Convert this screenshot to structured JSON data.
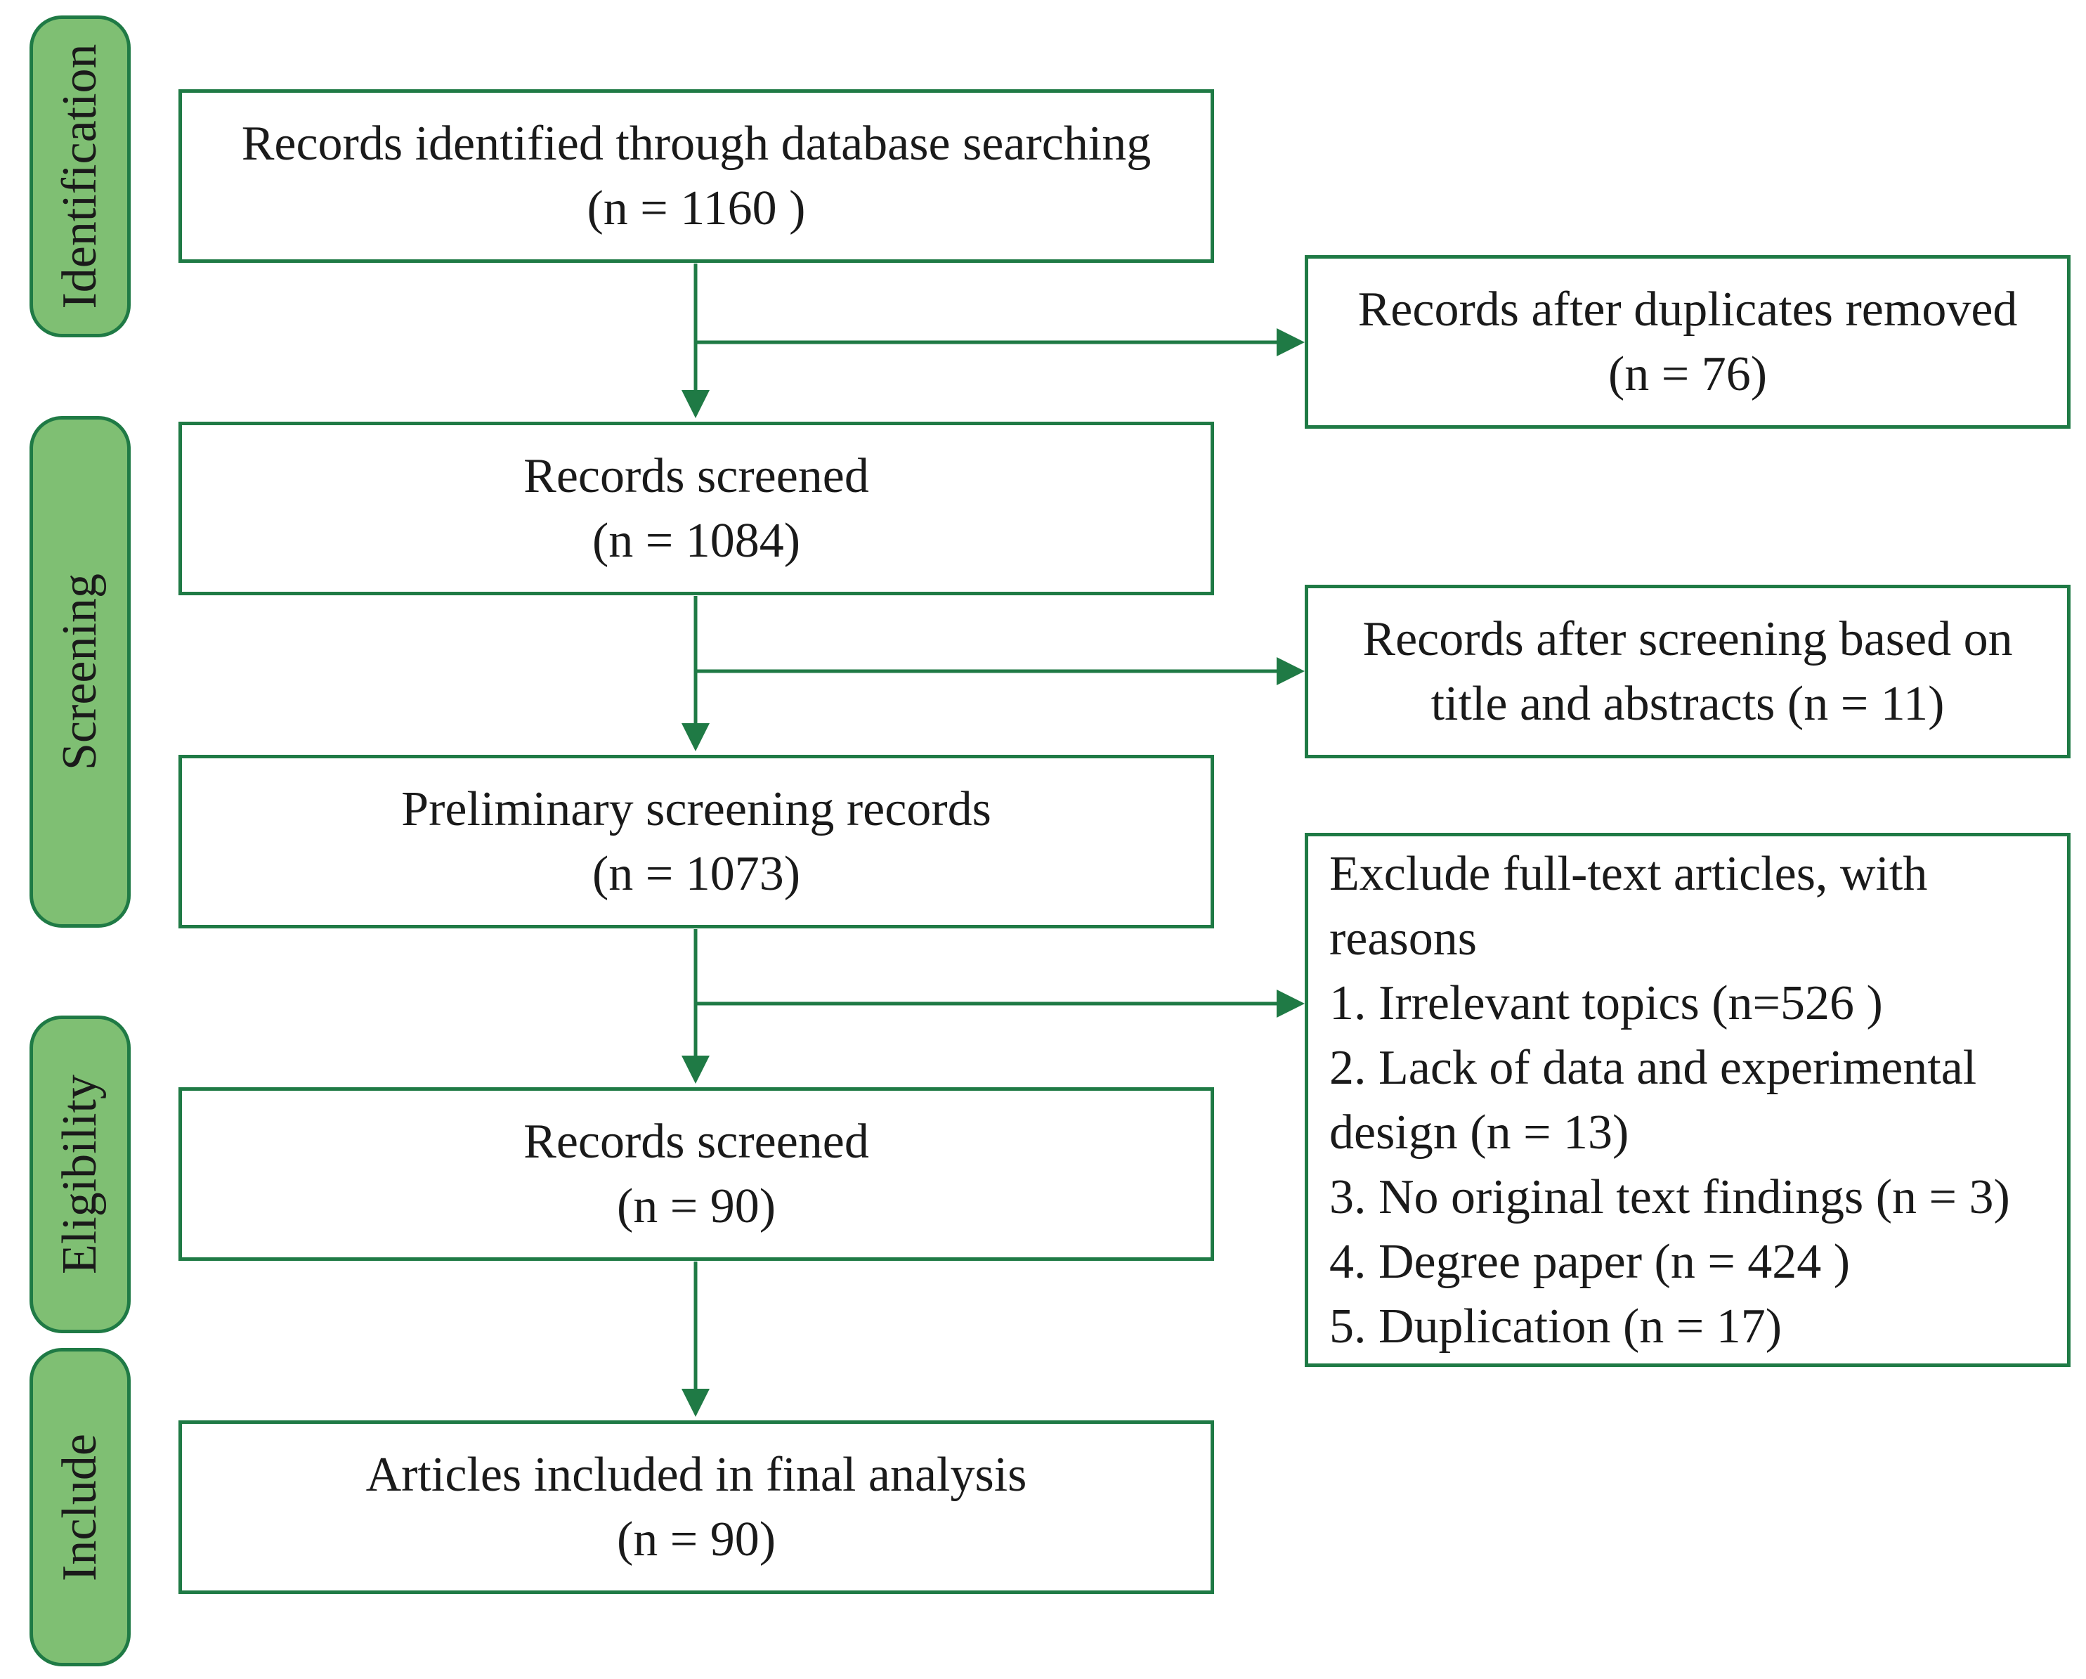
{
  "stages": {
    "identification": "Identification",
    "screening": "Screening",
    "eligibility": "Eligibility",
    "include": "Include"
  },
  "main_boxes": {
    "identified": {
      "line1": "Records identified through database searching",
      "line2": "(n = 1160 )"
    },
    "screened": {
      "line1": "Records screened",
      "line2": "(n = 1084)"
    },
    "preliminary": {
      "line1": "Preliminary screening records",
      "line2": "(n = 1073)"
    },
    "screened_final": {
      "line1": "Records screened",
      "line2": "(n = 90)"
    },
    "included": {
      "line1": "Articles included in final analysis",
      "line2": "(n = 90)"
    }
  },
  "side_boxes": {
    "duplicates": {
      "line1": "Records after duplicates removed",
      "line2": "(n = 76)"
    },
    "title_abstract": {
      "line1": "Records after screening based on",
      "line2": "title and abstracts (n = 11)"
    },
    "excluded": {
      "lines": [
        "Exclude full-text  articles, with",
        "reasons",
        "1. Irrelevant topics (n=526 )",
        "2. Lack of  data and experimental",
        "design (n = 13)",
        "3. No original text findings (n = 3)",
        "4. Degree paper (n = 424 )",
        "5. Duplication (n = 17)"
      ]
    }
  },
  "colors": {
    "stroke": "#1f7a45",
    "stage_fill": "#7fbf73"
  }
}
